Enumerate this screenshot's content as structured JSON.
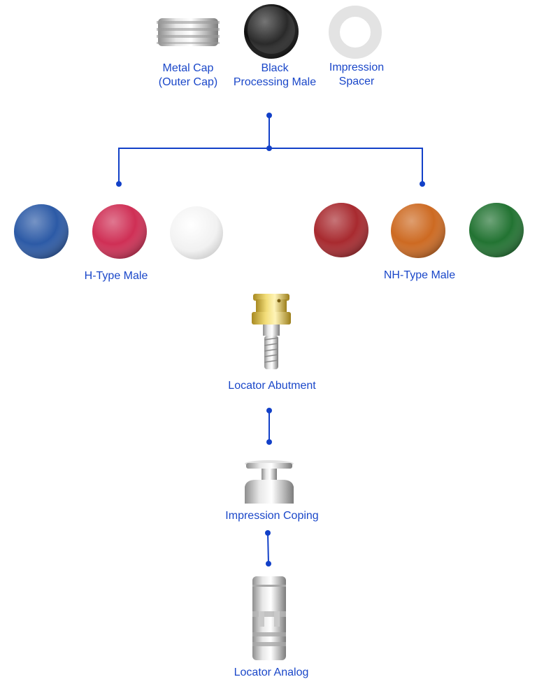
{
  "colors": {
    "connector": "#1240c8",
    "label": "#1a47c9",
    "h_type_blue": "#2c5aa6",
    "h_type_pink": "#cf2f55",
    "h_type_white": "#f4f4f4",
    "nh_type_red": "#a82a2f",
    "nh_type_orange": "#cd6a22",
    "nh_type_green": "#227332",
    "black_male": "#1a1a1a"
  },
  "top_parts": {
    "metal_cap": {
      "line1": "Metal Cap",
      "line2": "(Outer Cap)",
      "icon": "metal-cap-icon"
    },
    "black_male": {
      "line1": "Black",
      "line2": "Processing Male",
      "icon": "black-disc-icon"
    },
    "impression_spacer": {
      "line1": "Impression",
      "line2": "Spacer",
      "icon": "ring-icon"
    }
  },
  "h_type": {
    "label": "H-Type Male"
  },
  "nh_type": {
    "label": "NH-Type Male"
  },
  "abutment": {
    "label": "Locator Abutment",
    "icon": "abutment-icon"
  },
  "coping": {
    "label": "Impression Coping",
    "icon": "coping-icon"
  },
  "analog": {
    "label": "Locator Analog",
    "icon": "analog-icon"
  }
}
